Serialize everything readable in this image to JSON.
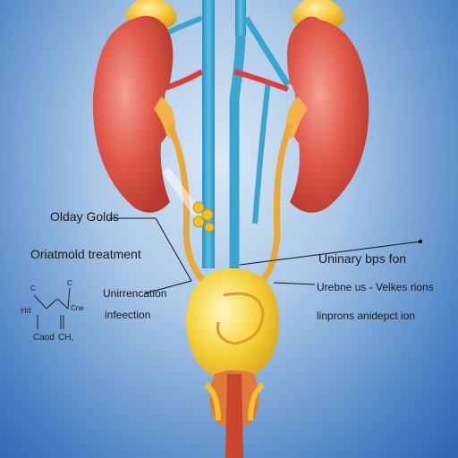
{
  "labels": {
    "left_top": "Olday Golds",
    "left_mid": "Oriatmold treatment",
    "left_small_1": "Unirrencation",
    "left_small_2": "infeection",
    "right_top": "Uninary bps fon",
    "right_mid": "Urebne us - Velkes rions",
    "right_bottom": "linprons anidepct ion"
  },
  "chemical_formula": {
    "hd": "Hd",
    "c_top_left": "C",
    "c_top_right": "C",
    "cne": "Cne",
    "caod": "Caod",
    "ch": "CH,"
  },
  "colors": {
    "background_center": "#d9e8f6",
    "background_edge": "#2f63ad",
    "kidney": "#e0584a",
    "adrenal_gland": "#f2c12e",
    "ureter": "#e8a93a",
    "vena_cava": "#3aa6d0",
    "aorta": "#d9403a",
    "bladder": "#f4d23a",
    "prostate": "#e07a3a"
  },
  "icons": [
    "kidney-illustration",
    "bladder-illustration",
    "molecule-diagram"
  ]
}
